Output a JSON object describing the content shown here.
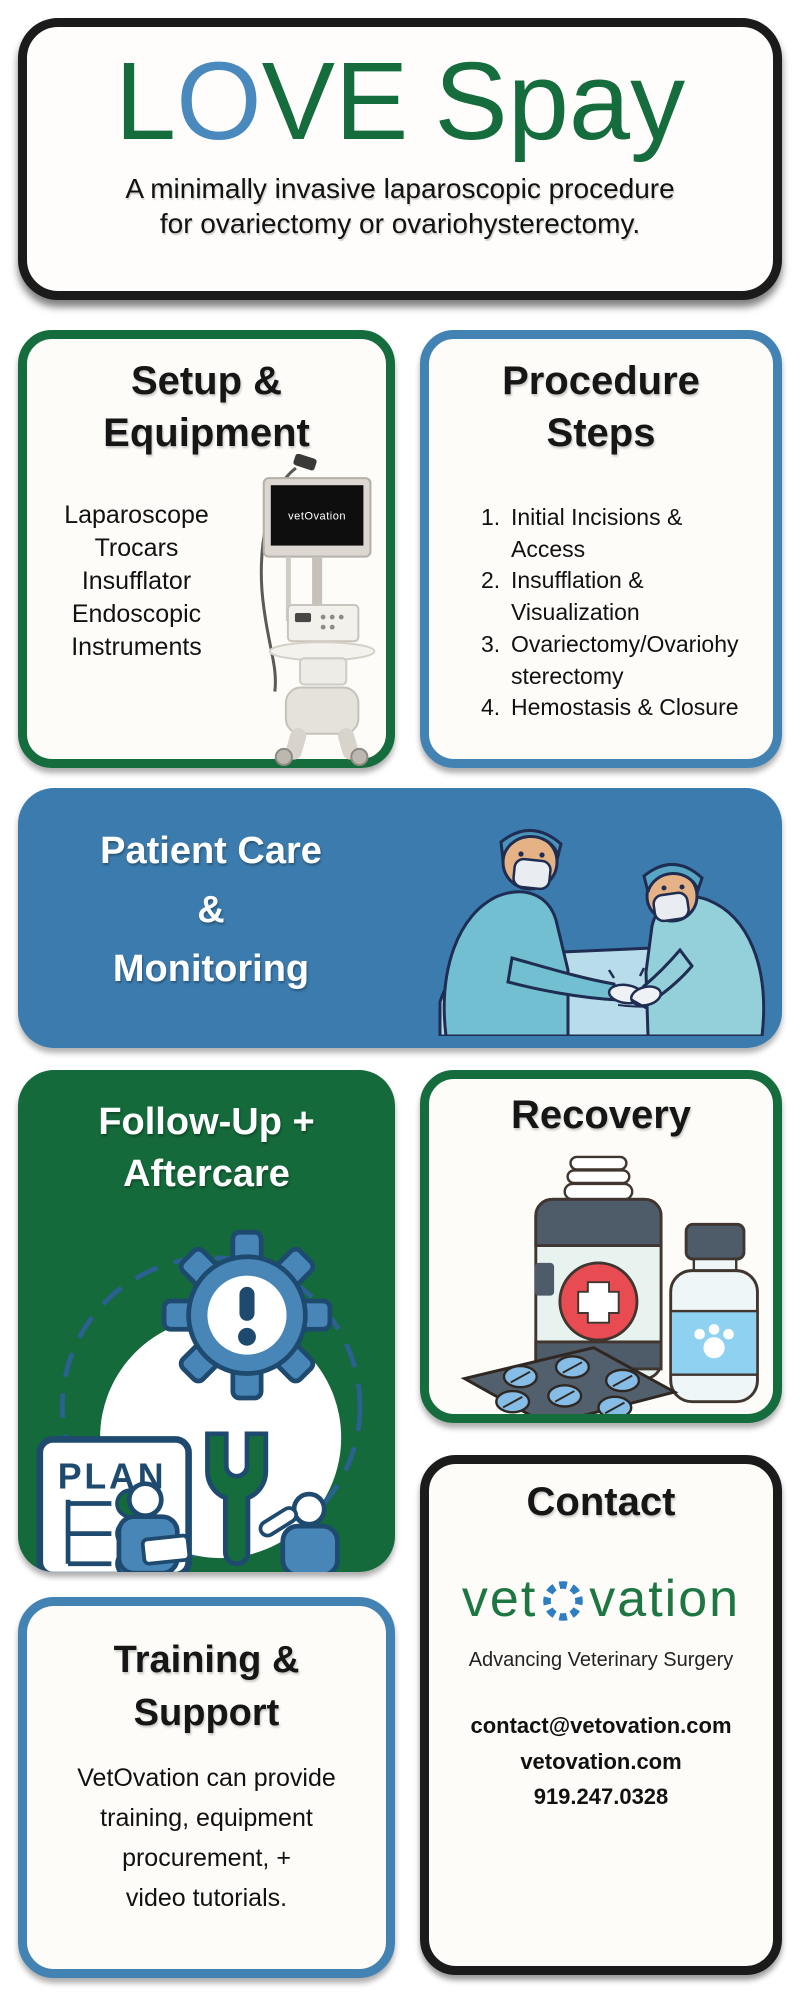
{
  "colors": {
    "green": "#156c3c",
    "blue_border": "#4383b4",
    "band_blue": "#3b7bad",
    "letter_blue": "#4a89bd",
    "black": "#1b1b1b",
    "logo_green": "#1e7743",
    "logo_circle_blue": "#2f7ec2"
  },
  "hero": {
    "title": {
      "l": "L",
      "o": "O",
      "ve": "VE",
      "spay": "Spay"
    },
    "subtitle_line1": "A minimally invasive laparoscopic procedure",
    "subtitle_line2": "for ovariectomy or ovariohysterectomy."
  },
  "setup": {
    "title_line1": "Setup &",
    "title_line2": "Equipment",
    "items": [
      "Laparoscope",
      "Trocars",
      "Insufflator",
      "Endoscopic Instruments"
    ],
    "monitor_label": "vetOvation"
  },
  "procedure": {
    "title_line1": "Procedure",
    "title_line2": "Steps",
    "steps": [
      {
        "num": "1.",
        "text": "Initial Incisions & Access"
      },
      {
        "num": "2.",
        "text": "Insufflation & Visualization"
      },
      {
        "num": "3.",
        "text": "Ovariectomy/Ovariohysterectomy"
      },
      {
        "num": "4.",
        "text": "Hemostasis & Closure"
      }
    ]
  },
  "patient_care": {
    "title_line1": "Patient Care",
    "title_line2": "&",
    "title_line3": "Monitoring"
  },
  "followup": {
    "title_line1": "Follow-Up +",
    "title_line2": "Aftercare",
    "plan_label": "PLAN"
  },
  "recovery": {
    "title": "Recovery"
  },
  "contact": {
    "title": "Contact",
    "logo_vet": "vet",
    "logo_vation": "vation",
    "tagline": "Advancing Veterinary Surgery",
    "email": "contact@vetovation.com",
    "website": "vetovation.com",
    "phone": "919.247.0328"
  },
  "training": {
    "title_line1": "Training &",
    "title_line2": "Support",
    "body_line1": "VetOvation can provide",
    "body_line2": "training, equipment",
    "body_line3": "procurement, +",
    "body_line4": "video tutorials."
  }
}
